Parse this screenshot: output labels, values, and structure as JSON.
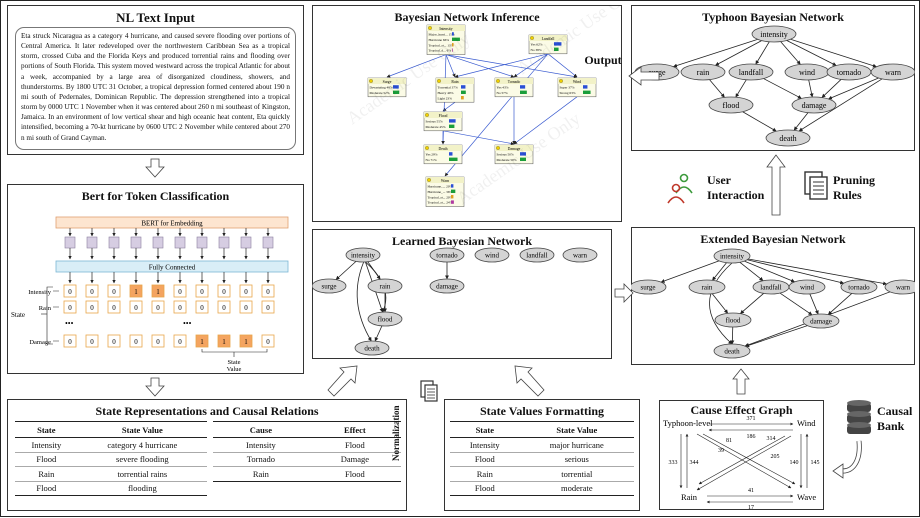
{
  "nl_panel": {
    "title": "NL Text Input",
    "text": "Eta struck Nicaragua as a category 4 hurricane, and caused severe flooding over portions of Central America. It later redeveloped over the northwestern Caribbean Sea as a tropical storm, crossed Cuba and the Florida Keys and produced torrential rains and flooding over portions of South Florida. This system moved westward across the tropical Atlantic for about a week, accompanied by a large area of disorganized cloudiness, showers, and thunderstorms. By 1800 UTC 31 October, a tropical depression formed centered about 190 n mi south of Pedernales, Dominican Republic. The depression strengthened into a tropical storm by 0000 UTC 1 November when it was centered about 260 n mi southeast of Kingston, Jamaica. In an environment of low vertical shear and high oceanic heat content, Eta quickly intensified, becoming a 70-kt hurricane by 0600 UTC 2 November while centered about 270 n mi south of Grand Cayman."
  },
  "bert_panel": {
    "title": "Bert for Token Classification",
    "bert_label": "BERT for Embedding",
    "fc_label": "Fully Connected",
    "state_label": "State",
    "rows": [
      {
        "label": "Intensity",
        "vals": [
          "0",
          "0",
          "0",
          "1",
          "1",
          "0",
          "0",
          "0",
          "0",
          "0"
        ]
      },
      {
        "label": "Rain",
        "vals": [
          "0",
          "0",
          "0",
          "0",
          "0",
          "0",
          "0",
          "0",
          "0",
          "0"
        ]
      },
      {
        "label": "Damage",
        "vals": [
          "0",
          "0",
          "0",
          "0",
          "0",
          "0",
          "1",
          "1",
          "1",
          "0"
        ]
      }
    ],
    "dots": "•••",
    "state_value_label": "State\nValue"
  },
  "inference_panel": {
    "title": "Bayesian Network Inference",
    "watermark": "Academic Use Only",
    "nodes": [
      {
        "title": "Intensity",
        "lines": [
          "Major_hurri... 15%",
          "Hurricane 66%",
          "Tropical_st... 13%",
          "Tropical_d... 6%"
        ]
      },
      {
        "title": "Landfall",
        "lines": [
          "Yes 62%",
          "No 38%"
        ]
      },
      {
        "title": "Surge",
        "lines": [
          "Devastating 48%",
          "Moderate 52%"
        ]
      },
      {
        "title": "Rain",
        "lines": [
          "Torrential 37%",
          "Heavy 40%",
          "Light 23%"
        ]
      },
      {
        "title": "Tornado",
        "lines": [
          "Yes 43%",
          "No 57%"
        ]
      },
      {
        "title": "Wind",
        "lines": [
          "Super 37%",
          "Strong 63%"
        ]
      },
      {
        "title": "Flood",
        "lines": [
          "Serious 55%",
          "Moderate 45%"
        ]
      },
      {
        "title": "Death",
        "lines": [
          "Yes 29%",
          "No 71%"
        ]
      },
      {
        "title": "Damage",
        "lines": [
          "Serious 50%",
          "Moderate 50%"
        ]
      },
      {
        "title": "Warn",
        "lines": [
          "Hurricane_... 20%",
          "Hurricane_... 36%",
          "Tropical_st... 20%",
          "Tropical_st... 24%"
        ]
      }
    ]
  },
  "output_label": "Output",
  "typhoon_panel": {
    "title": "Typhoon Bayesian Network",
    "nodes": [
      "intensity",
      "surge",
      "rain",
      "landfall",
      "wind",
      "tornado",
      "warn",
      "flood",
      "damage",
      "death"
    ]
  },
  "user_interaction": "User\nInteraction",
  "pruning_rules": "Pruning\nRules",
  "learned_panel": {
    "title": "Learned Bayesian Network",
    "nodes": [
      "intensity",
      "tornado",
      "wind",
      "landfall",
      "warn",
      "surge",
      "rain",
      "damage",
      "flood",
      "death"
    ]
  },
  "extended_panel": {
    "title": "Extended Bayesian Network",
    "nodes": [
      "intensity",
      "surge",
      "rain",
      "landfall",
      "wind",
      "tornado",
      "warn",
      "flood",
      "damage",
      "death"
    ]
  },
  "state_panel": {
    "title": "State Representations and Causal Relations",
    "headers1": [
      "State",
      "State Value"
    ],
    "rows1": [
      [
        "Intensity",
        "category 4 hurricane"
      ],
      [
        "Flood",
        "severe flooding"
      ],
      [
        "Rain",
        "torrential rains"
      ],
      [
        "Flood",
        "flooding"
      ]
    ],
    "headers2": [
      "Cause",
      "Effect"
    ],
    "rows2": [
      [
        "Intensity",
        "Flood"
      ],
      [
        "Tornado",
        "Damage"
      ],
      [
        "Rain",
        "Flood"
      ]
    ]
  },
  "normalization_label": "Normalization",
  "values_panel": {
    "title": "State Values Formatting",
    "headers": [
      "State",
      "State Value"
    ],
    "rows": [
      [
        "Intensity",
        "major hurricane"
      ],
      [
        "Flood",
        "serious"
      ],
      [
        "Rain",
        "torrential"
      ],
      [
        "Flood",
        "moderate"
      ]
    ]
  },
  "ceg_panel": {
    "title": "Cause Effect Graph",
    "corners": [
      "Typhoon-level",
      "Wind",
      "Rain",
      "Wave"
    ],
    "numbers": [
      "371",
      "186",
      "314",
      "81",
      "39",
      "205",
      "333",
      "344",
      "140",
      "145",
      "41",
      "17"
    ]
  },
  "causal_bank": "Causal\nBank",
  "colors": {
    "node_fill": "#d4d4d4",
    "highlight": "#f4a460",
    "cell_border": "#e8a64a",
    "bert_fill": "#fde5d0",
    "fc_fill": "#d9eef7",
    "emb_fill": "#d6cde2"
  }
}
